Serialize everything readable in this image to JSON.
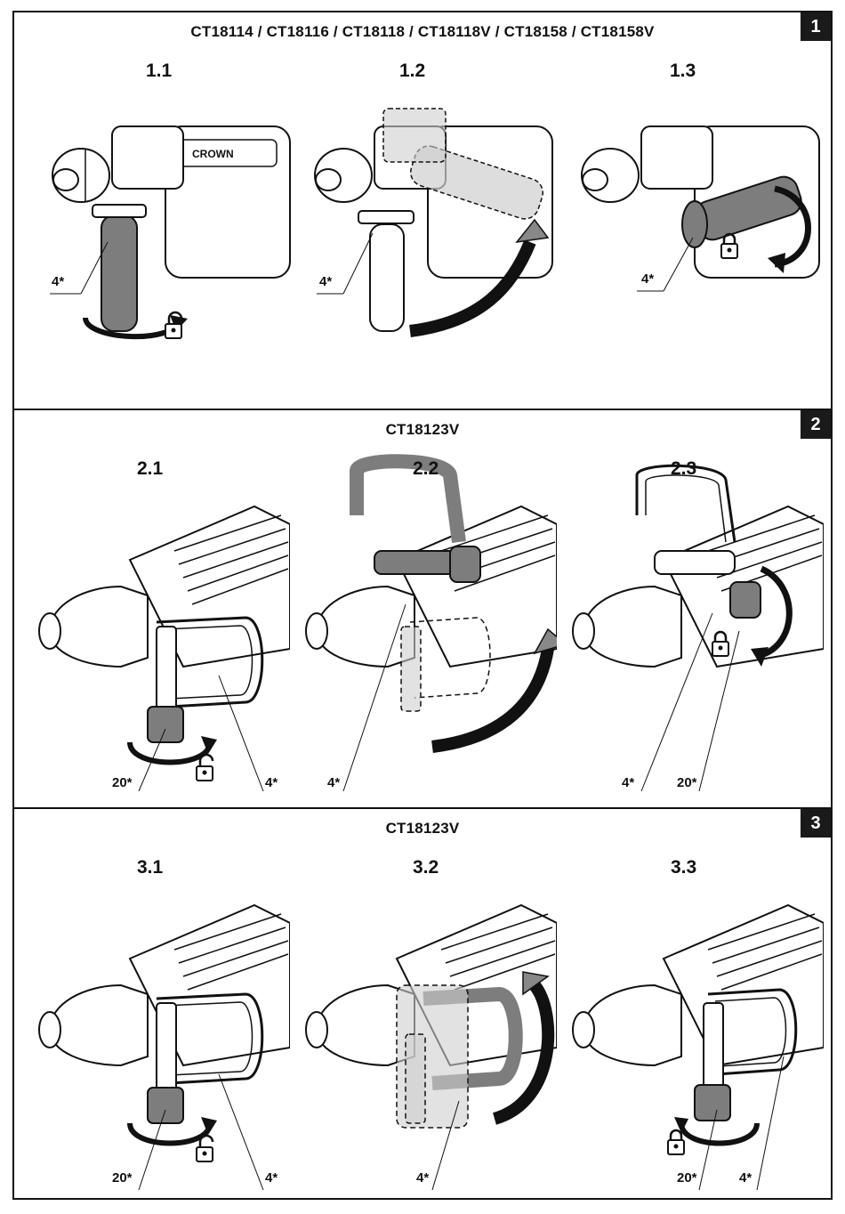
{
  "sections": [
    {
      "badge": "1",
      "title": "CT18114 / CT18116 / CT18118 / CT18118V /  CT18158 /  CT18158V",
      "steps": [
        {
          "label": "1.1",
          "callouts": [
            "4*"
          ],
          "lock": "unlocked"
        },
        {
          "label": "1.2",
          "callouts": [
            "4*"
          ],
          "lock": "none"
        },
        {
          "label": "1.3",
          "callouts": [
            "4*"
          ],
          "lock": "locked"
        }
      ]
    },
    {
      "badge": "2",
      "title": "CT18123V",
      "steps": [
        {
          "label": "2.1",
          "callouts": [
            "20*",
            "4*"
          ],
          "lock": "unlocked"
        },
        {
          "label": "2.2",
          "callouts": [
            "4*"
          ],
          "lock": "none"
        },
        {
          "label": "2.3",
          "callouts": [
            "4*",
            "20*"
          ],
          "lock": "locked"
        }
      ]
    },
    {
      "badge": "3",
      "title": "CT18123V",
      "steps": [
        {
          "label": "3.1",
          "callouts": [
            "20*",
            "4*"
          ],
          "lock": "unlocked"
        },
        {
          "label": "3.2",
          "callouts": [
            "4*"
          ],
          "lock": "none"
        },
        {
          "label": "3.3",
          "callouts": [
            "20*",
            "4*"
          ],
          "lock": "locked"
        }
      ]
    }
  ],
  "brand_mark": "CROWN",
  "icons": {
    "drill": "rotary-hammer-drill-icon",
    "handle": "side-handle-icon",
    "rotate": "rotation-arrow-icon",
    "lock_open": "padlock-open-icon",
    "lock_closed": "padlock-closed-icon"
  },
  "colors": {
    "ink": "#111111",
    "handle_fill": "#7d7d7d",
    "ghost_fill": "#cfcfcf",
    "badge_bg": "#1a1a1a"
  }
}
